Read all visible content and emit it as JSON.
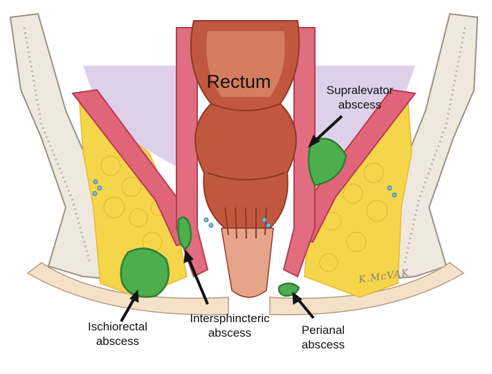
{
  "labels": {
    "rectum": "Rectum",
    "supralevator": {
      "line1": "Supralevator",
      "line2": "abscess"
    },
    "ischiorectal": {
      "line1": "Ischiorectal",
      "line2": "abscess"
    },
    "intersphincteric": {
      "line1": "Intersphincteric",
      "line2": "abscess"
    },
    "perianal": {
      "line1": "Perianal",
      "line2": "abscess"
    }
  },
  "signature": "K.McVAK",
  "colors": {
    "bone": "#efe8df",
    "bone_outline": "#9b8f86",
    "muscle": "#e0657a",
    "muscle_dark": "#b73a54",
    "fat": "#f5d54a",
    "fat_line": "#e7b92f",
    "peritoneum": "#d9c9e6",
    "rectum_wall": "#c2573f",
    "rectum_light": "#e79a7a",
    "abscess": "#4cae4c",
    "abscess_dark": "#2f7d35",
    "skin": "#f4e1c8"
  }
}
